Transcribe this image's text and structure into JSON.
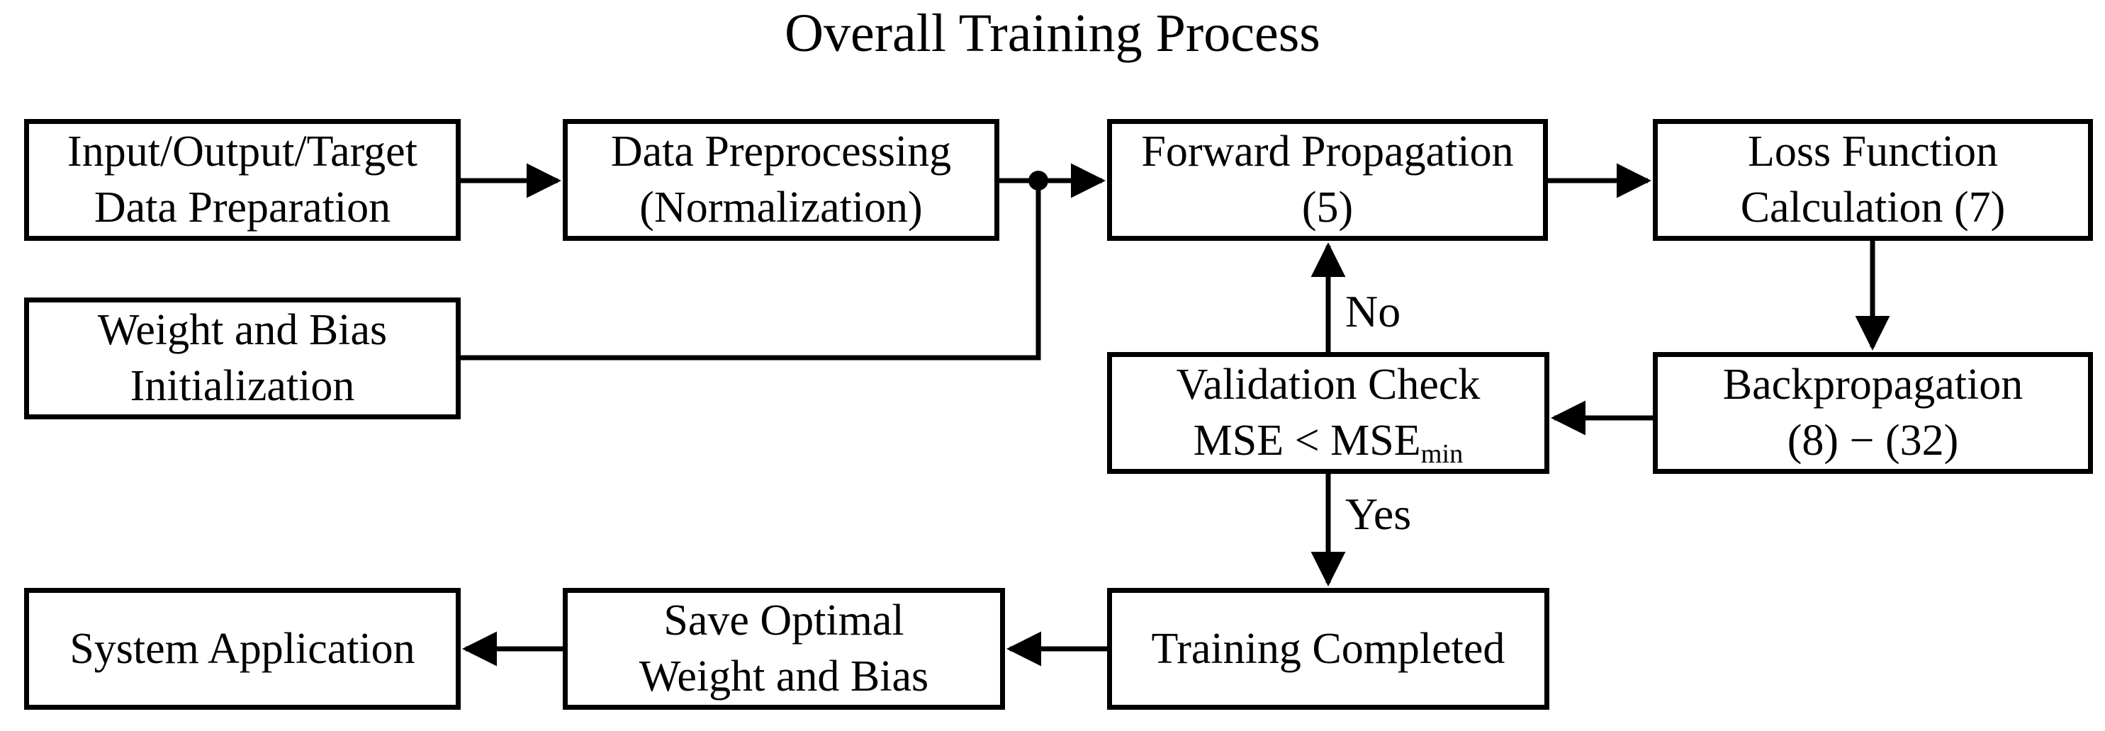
{
  "title": "Overall Training Process",
  "colors": {
    "background": "#ffffff",
    "line": "#000000",
    "box_border": "#000000",
    "text": "#000000"
  },
  "boxes": {
    "input_output_target": {
      "line1": "Input/Output/Target",
      "line2": "Data Preparation"
    },
    "data_preprocessing": {
      "line1": "Data Preprocessing",
      "line2": "(Normalization)"
    },
    "forward_propagation": {
      "line1": "Forward Propagation",
      "line2": "(5)"
    },
    "loss_function": {
      "line1": "Loss Function",
      "line2": "Calculation (7)"
    },
    "weight_bias_init": {
      "line1": "Weight and Bias",
      "line2": "Initialization"
    },
    "validation_check": {
      "line1": "Validation Check",
      "line2_main": "MSE < MSE",
      "line2_sub": "min"
    },
    "backpropagation": {
      "line1": "Backpropagation",
      "line2": "(8) − (32)"
    },
    "system_application": {
      "line1": "System Application"
    },
    "save_optimal": {
      "line1": "Save Optimal",
      "line2": "Weight and Bias"
    },
    "training_completed": {
      "line1": "Training Completed"
    }
  },
  "branch_labels": {
    "no": "No",
    "yes": "Yes"
  }
}
